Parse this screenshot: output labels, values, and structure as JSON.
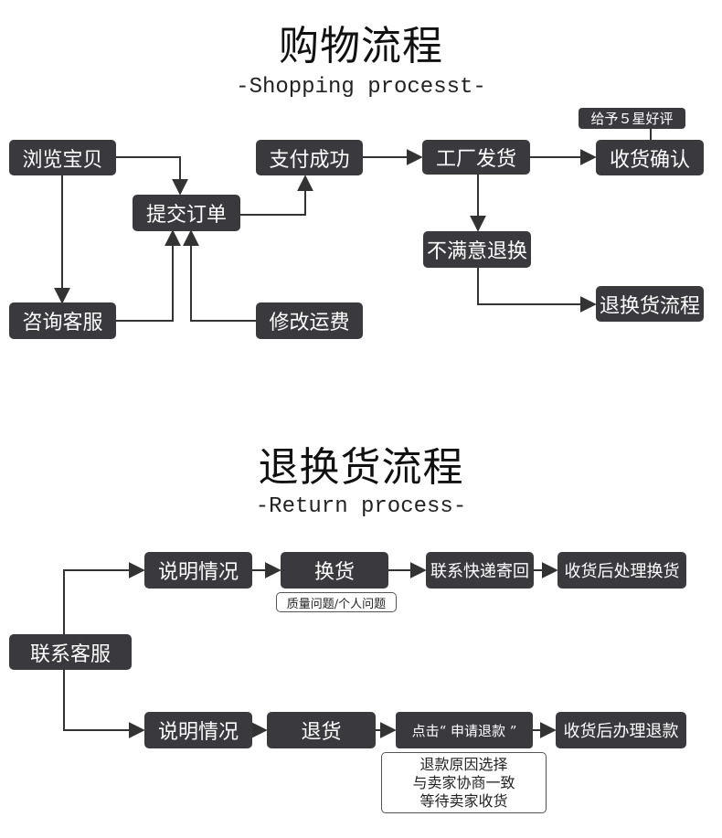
{
  "shopping": {
    "title": "购物流程",
    "subtitle": "-Shopping processt-",
    "nodes": {
      "browse": "浏览宝贝",
      "consult": "咨询客服",
      "submit": "提交订单",
      "modify": "修改运费",
      "paid": "支付成功",
      "ship": "工厂发货",
      "unhappy": "不满意退换",
      "confirm": "收货确认",
      "rate": "给予５星好评",
      "exchange_flow": "退换货流程"
    }
  },
  "returns": {
    "title": "退换货流程",
    "subtitle": "-Return process-",
    "nodes": {
      "contact": "联系客服",
      "explain_top": "说明情况",
      "swap": "换货",
      "swap_note": "质量问题/个人问题",
      "courier": "联系快递寄回",
      "after_swap": "收货后处理换货",
      "explain_bottom": "说明情况",
      "refund": "退货",
      "apply": "点击“ 申请退款 ”",
      "after_refund": "收货后办理退款",
      "refund_note": [
        "退款原因选择",
        "与卖家协商一致",
        "等待卖家收货"
      ]
    }
  }
}
